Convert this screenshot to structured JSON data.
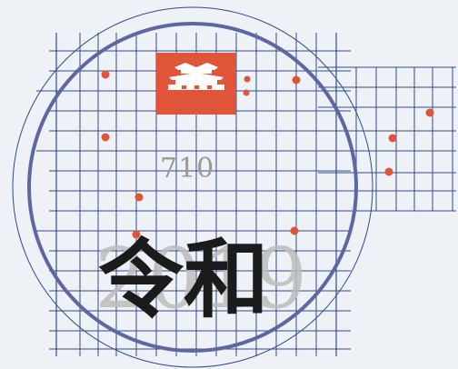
{
  "graphic": {
    "year_start": "710",
    "year_end": "2019",
    "era_name": "令和",
    "colors": {
      "background": "#eef1f5",
      "grid": "#2f4d8e",
      "ring": "#5d67a4",
      "accent": "#e0553a",
      "year_small": "#9a9a9a",
      "year_big": "#bdbdbd",
      "era": "#1b1b1b"
    },
    "icons": [
      "palace-gate-icon"
    ]
  }
}
